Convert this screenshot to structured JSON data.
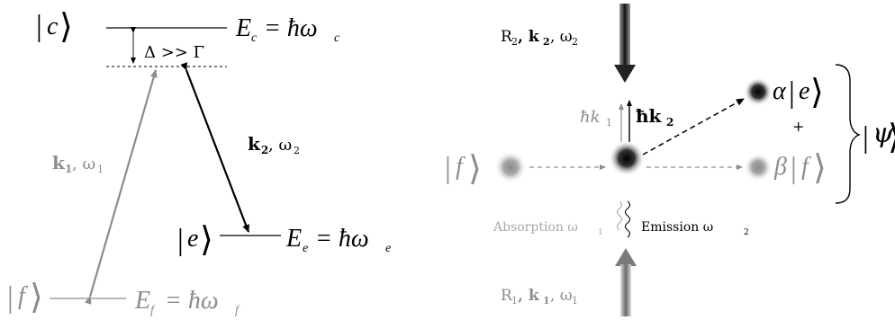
{
  "left_diagram": {
    "level_c": {
      "ket": "c",
      "energy_lhs": "E",
      "energy_sub": "c",
      "energy_rhs": "= ħω",
      "energy_rhs_sub": "c"
    },
    "detuning": "Δ >> Γ",
    "level_e": {
      "ket": "e",
      "energy_lhs": "E",
      "energy_sub": "e",
      "energy_rhs": "= ħω",
      "energy_rhs_sub": "e"
    },
    "level_f": {
      "ket": "f",
      "energy_lhs": "E",
      "energy_sub": "f",
      "energy_rhs": "= ħω",
      "energy_rhs_sub": "f"
    },
    "beam1": {
      "k": "k",
      "k_sub": "1",
      "omega": ", ω",
      "omega_sub": "1"
    },
    "beam2": {
      "k": "k",
      "k_sub": "2",
      "omega": ", ω",
      "omega_sub": "2"
    }
  },
  "right_diagram": {
    "r2": {
      "R": "R",
      "R_sub": "2",
      "k": ", k",
      "k_sub": "2",
      "omega": ", ω",
      "omega_sub": "2"
    },
    "r1": {
      "R": "R",
      "R_sub": "1",
      "k": ", k",
      "k_sub": "1",
      "omega": ", ω",
      "omega_sub": "1"
    },
    "hk1": {
      "hbar": "ħk",
      "sub": "1"
    },
    "hk2": {
      "hbar": "ħk",
      "sub": "2"
    },
    "ket_f": "f",
    "alpha_e": {
      "coef": "α",
      "ket": "e"
    },
    "plus": "+",
    "beta_f": {
      "coef": "β",
      "ket": "f"
    },
    "psi": "ψ",
    "absorption": {
      "label": "Absorption ω",
      "sub": "1"
    },
    "emission": {
      "label": "Emission ω",
      "sub": "2"
    }
  },
  "colors": {
    "black": "#000000",
    "gray": "#8c8c8c",
    "light_gray": "#a8a8a8"
  }
}
